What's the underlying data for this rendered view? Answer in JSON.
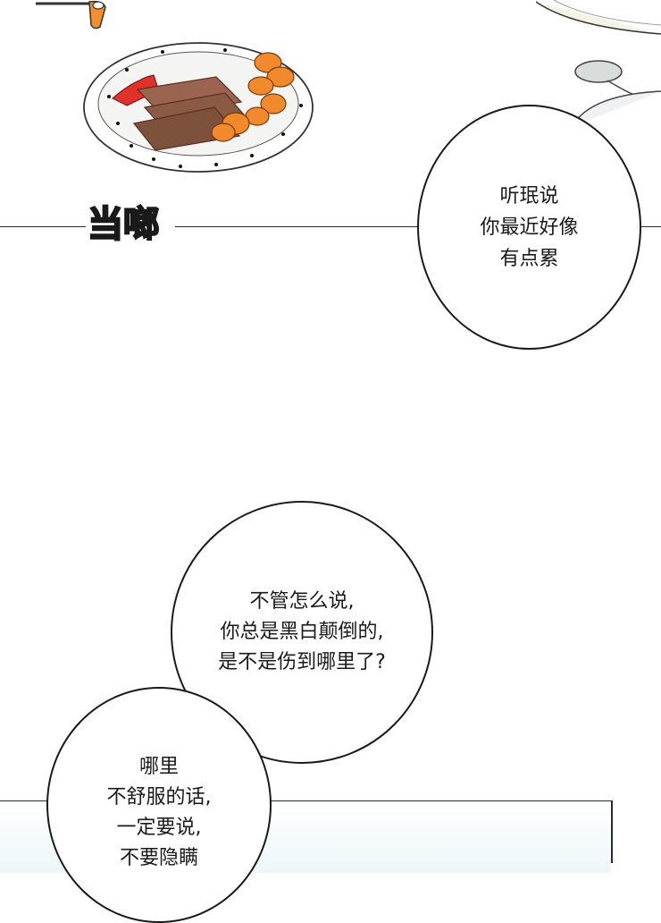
{
  "sfx_text": "当啷",
  "bubble_1": {
    "lines": [
      "听珉说",
      "你最近好像",
      "有点累"
    ]
  },
  "bubble_2": {
    "lines": [
      "不管怎么说,",
      "你总是黑白颠倒的,",
      "是不是伤到哪里了?"
    ]
  },
  "bubble_3": {
    "lines": [
      "哪里",
      "不舒服的话,",
      "一定要说,",
      "不要隐瞒"
    ]
  },
  "colors": {
    "ink": "#1a1a1a",
    "sauce": "#e0312a",
    "carrot": "#f08a2c",
    "meat": "#8a5a44"
  }
}
